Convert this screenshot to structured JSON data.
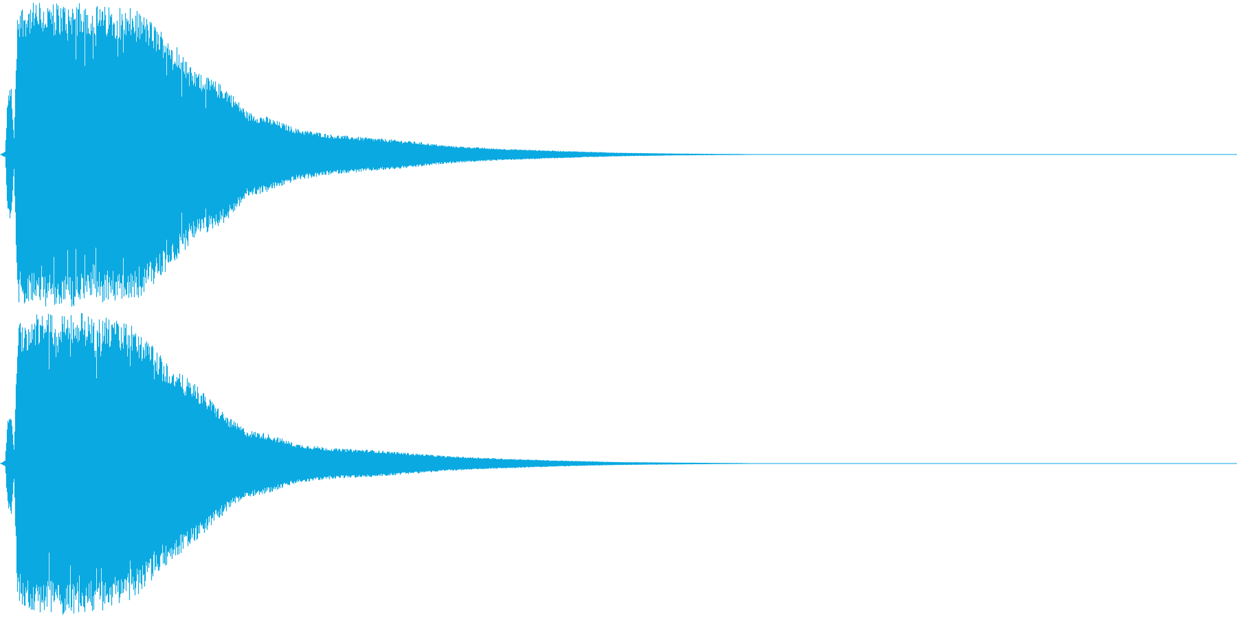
{
  "waveform": {
    "color": "#0aa9e1",
    "background": "#ffffff",
    "channels": [
      {
        "name": "channel-1",
        "envelope": [
          {
            "t": 0.0,
            "amp": 0.0
          },
          {
            "t": 0.004,
            "amp": 0.02
          },
          {
            "t": 0.006,
            "amp": 0.4
          },
          {
            "t": 0.009,
            "amp": 0.45
          },
          {
            "t": 0.011,
            "amp": 0.08
          },
          {
            "t": 0.014,
            "amp": 0.98
          },
          {
            "t": 0.03,
            "amp": 1.0
          },
          {
            "t": 0.06,
            "amp": 1.0
          },
          {
            "t": 0.08,
            "amp": 0.98
          },
          {
            "t": 0.105,
            "amp": 0.96
          },
          {
            "t": 0.115,
            "amp": 0.93
          },
          {
            "t": 0.13,
            "amp": 0.82
          },
          {
            "t": 0.142,
            "amp": 0.74
          },
          {
            "t": 0.155,
            "amp": 0.56
          },
          {
            "t": 0.17,
            "amp": 0.5
          },
          {
            "t": 0.183,
            "amp": 0.44
          },
          {
            "t": 0.2,
            "amp": 0.28
          },
          {
            "t": 0.215,
            "amp": 0.25
          },
          {
            "t": 0.24,
            "amp": 0.17
          },
          {
            "t": 0.27,
            "amp": 0.13
          },
          {
            "t": 0.3,
            "amp": 0.11
          },
          {
            "t": 0.33,
            "amp": 0.09
          },
          {
            "t": 0.36,
            "amp": 0.06
          },
          {
            "t": 0.4,
            "amp": 0.04
          },
          {
            "t": 0.45,
            "amp": 0.025
          },
          {
            "t": 0.5,
            "amp": 0.012
          },
          {
            "t": 0.55,
            "amp": 0.006
          },
          {
            "t": 0.6,
            "amp": 0.003
          },
          {
            "t": 0.65,
            "amp": 0.0
          },
          {
            "t": 1.0,
            "amp": 0.0
          }
        ]
      },
      {
        "name": "channel-2",
        "envelope": [
          {
            "t": 0.0,
            "amp": 0.0
          },
          {
            "t": 0.004,
            "amp": 0.02
          },
          {
            "t": 0.006,
            "amp": 0.3
          },
          {
            "t": 0.009,
            "amp": 0.35
          },
          {
            "t": 0.011,
            "amp": 0.08
          },
          {
            "t": 0.014,
            "amp": 0.92
          },
          {
            "t": 0.03,
            "amp": 0.98
          },
          {
            "t": 0.06,
            "amp": 1.0
          },
          {
            "t": 0.08,
            "amp": 0.97
          },
          {
            "t": 0.105,
            "amp": 0.92
          },
          {
            "t": 0.12,
            "amp": 0.8
          },
          {
            "t": 0.14,
            "amp": 0.62
          },
          {
            "t": 0.155,
            "amp": 0.54
          },
          {
            "t": 0.17,
            "amp": 0.42
          },
          {
            "t": 0.185,
            "amp": 0.3
          },
          {
            "t": 0.2,
            "amp": 0.22
          },
          {
            "t": 0.215,
            "amp": 0.2
          },
          {
            "t": 0.24,
            "amp": 0.13
          },
          {
            "t": 0.27,
            "amp": 0.1
          },
          {
            "t": 0.3,
            "amp": 0.09
          },
          {
            "t": 0.33,
            "amp": 0.07
          },
          {
            "t": 0.36,
            "amp": 0.05
          },
          {
            "t": 0.4,
            "amp": 0.035
          },
          {
            "t": 0.45,
            "amp": 0.02
          },
          {
            "t": 0.5,
            "amp": 0.01
          },
          {
            "t": 0.55,
            "amp": 0.006
          },
          {
            "t": 0.6,
            "amp": 0.003
          },
          {
            "t": 0.65,
            "amp": 0.0
          },
          {
            "t": 1.0,
            "amp": 0.0
          }
        ]
      }
    ]
  }
}
